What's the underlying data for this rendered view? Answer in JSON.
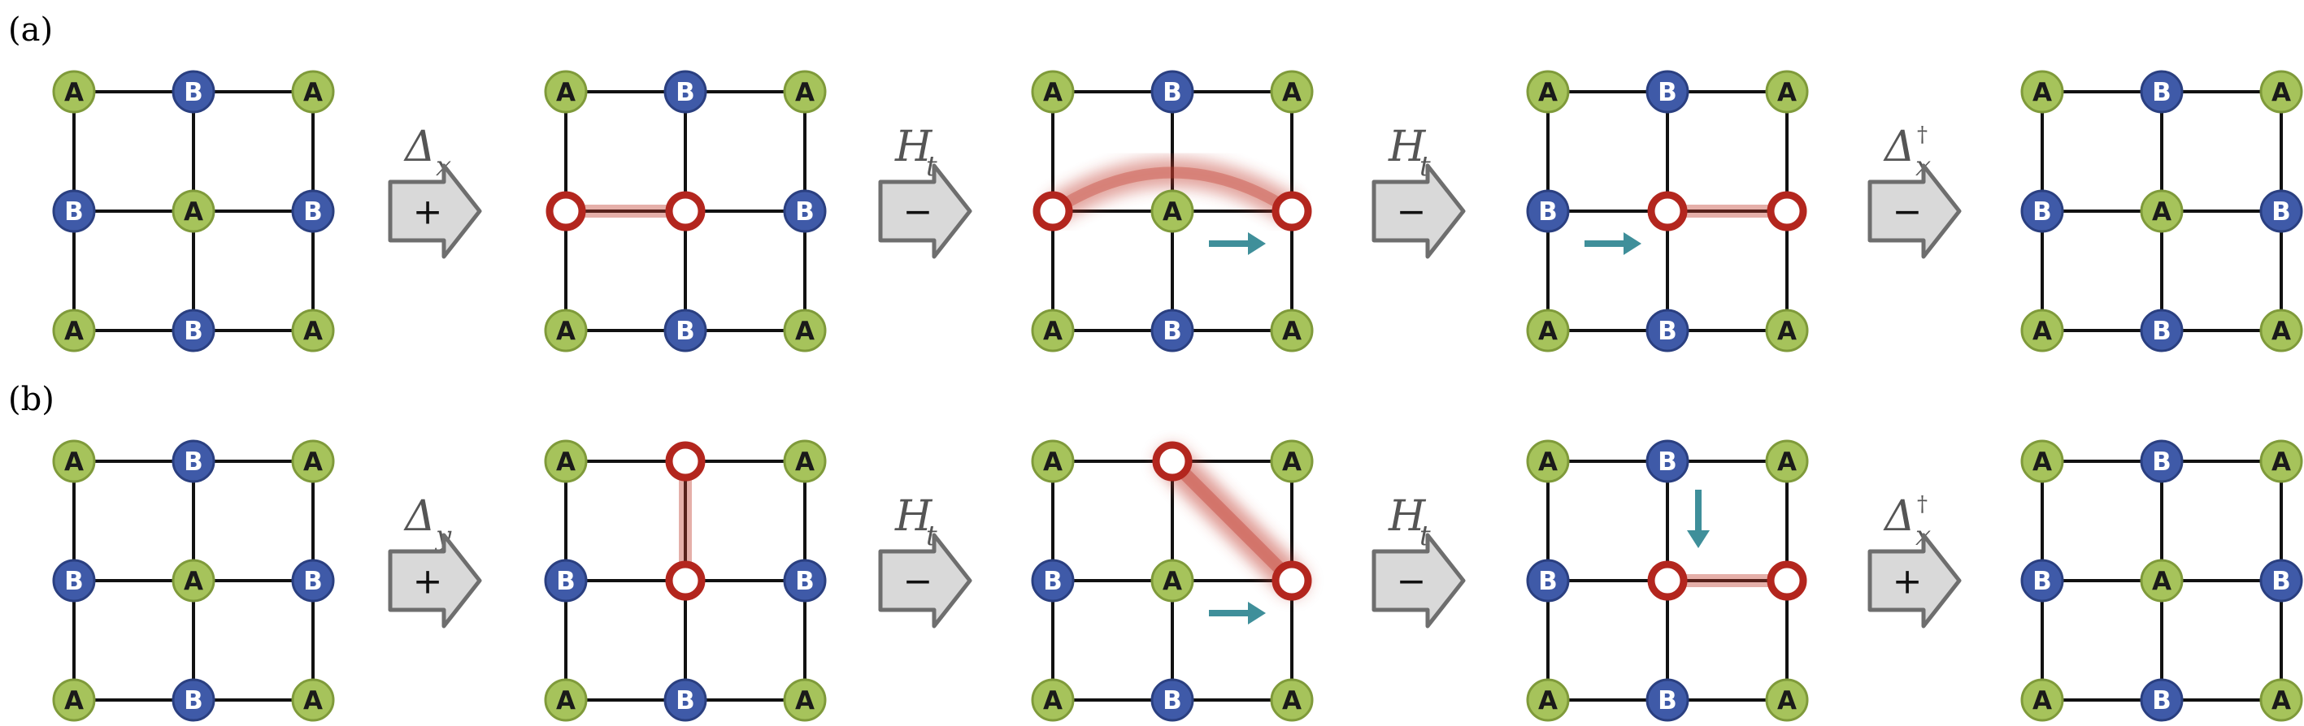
{
  "panels": [
    {
      "label": "(a)",
      "lattices": [
        {
          "nodes": [
            "A",
            "B",
            "A",
            "B",
            "A",
            "B",
            "A",
            "B",
            "A"
          ],
          "holes": [],
          "pair": null,
          "hop": null
        },
        {
          "nodes": [
            "A",
            "B",
            "A",
            "",
            "",
            "B",
            "A",
            "B",
            "A"
          ],
          "holes": [
            3,
            4
          ],
          "pair": [
            3,
            4
          ],
          "hop": null
        },
        {
          "nodes": [
            "A",
            "B",
            "A",
            "",
            "A",
            "",
            "A",
            "B",
            "A"
          ],
          "holes": [
            3,
            5
          ],
          "pair": [
            3,
            5
          ],
          "hop": "right-from-4"
        },
        {
          "nodes": [
            "A",
            "B",
            "A",
            "B",
            "",
            "",
            "A",
            "B",
            "A"
          ],
          "holes": [
            4,
            5
          ],
          "pair": [
            4,
            5
          ],
          "hop": "right-into-4"
        },
        {
          "nodes": [
            "A",
            "B",
            "A",
            "B",
            "A",
            "B",
            "A",
            "B",
            "A"
          ],
          "holes": [],
          "pair": null,
          "hop": null
        }
      ],
      "operators": [
        {
          "symbol": "Δ",
          "sub": "x",
          "dagger": false,
          "sign": "+"
        },
        {
          "symbol": "H",
          "sub": "t",
          "dagger": false,
          "sign": "−"
        },
        {
          "symbol": "H",
          "sub": "t",
          "dagger": false,
          "sign": "−"
        },
        {
          "symbol": "Δ",
          "sub": "x",
          "dagger": true,
          "sign": "−"
        }
      ]
    },
    {
      "label": "(b)",
      "lattices": [
        {
          "nodes": [
            "A",
            "B",
            "A",
            "B",
            "A",
            "B",
            "A",
            "B",
            "A"
          ],
          "holes": [],
          "pair": null,
          "hop": null
        },
        {
          "nodes": [
            "A",
            "",
            "A",
            "B",
            "",
            "B",
            "A",
            "B",
            "A"
          ],
          "holes": [
            1,
            4
          ],
          "pair": [
            1,
            4
          ],
          "hop": null
        },
        {
          "nodes": [
            "A",
            "",
            "A",
            "B",
            "A",
            "",
            "A",
            "B",
            "A"
          ],
          "holes": [
            1,
            5
          ],
          "pair": [
            1,
            5
          ],
          "hop": "right-from-4"
        },
        {
          "nodes": [
            "A",
            "B",
            "A",
            "B",
            "",
            "",
            "A",
            "B",
            "A"
          ],
          "holes": [
            4,
            5
          ],
          "pair": [
            4,
            5
          ],
          "hop": "down-into-4"
        },
        {
          "nodes": [
            "A",
            "B",
            "A",
            "B",
            "A",
            "B",
            "A",
            "B",
            "A"
          ],
          "holes": [],
          "pair": null,
          "hop": null
        }
      ],
      "operators": [
        {
          "symbol": "Δ",
          "sub": "y",
          "dagger": false,
          "sign": "+"
        },
        {
          "symbol": "H",
          "sub": "t",
          "dagger": false,
          "sign": "−"
        },
        {
          "symbol": "H",
          "sub": "t",
          "dagger": false,
          "sign": "−"
        },
        {
          "symbol": "Δ",
          "sub": "x",
          "dagger": true,
          "sign": "+"
        }
      ]
    }
  ],
  "colors": {
    "A_fill": "#a6c35b",
    "A_stroke": "#7f9a3a",
    "A_text": "#1a1a1a",
    "B_fill": "#3f5aa8",
    "B_stroke": "#2a3f80",
    "B_text": "#ffffff",
    "hole_ring": "#b3261e",
    "pair_glow": "#c0392b",
    "hop_arrow": "#3f8f9a",
    "op_arrow_fill": "#d9d9d9",
    "op_arrow_stroke": "#6e6e6e",
    "bond": "#111111"
  },
  "icons": {
    "hop": "arrow-right-icon",
    "operator": "block-arrow-icon"
  }
}
